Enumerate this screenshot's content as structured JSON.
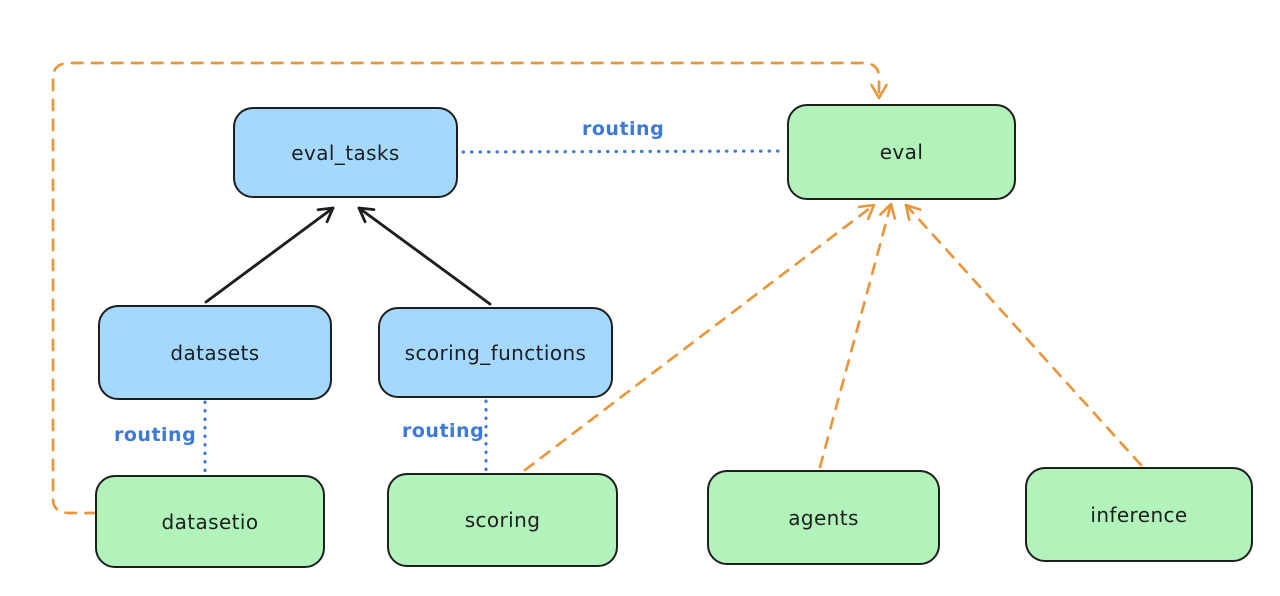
{
  "diagram": {
    "background": "#ffffff",
    "nodes": {
      "eval_tasks": {
        "label": "eval_tasks",
        "fill": "#a5d8ff"
      },
      "eval": {
        "label": "eval",
        "fill": "#b2f2bb"
      },
      "datasets": {
        "label": "datasets",
        "fill": "#a5d8ff"
      },
      "scoring_functions": {
        "label": "scoring_functions",
        "fill": "#a5d8ff"
      },
      "datasetio": {
        "label": "datasetio",
        "fill": "#b2f2bb"
      },
      "scoring": {
        "label": "scoring",
        "fill": "#b2f2bb"
      },
      "agents": {
        "label": "agents",
        "fill": "#b2f2bb"
      },
      "inference": {
        "label": "inference",
        "fill": "#b2f2bb"
      }
    },
    "edge_labels": {
      "eval_tasks_to_eval": "routing",
      "datasets_to_datasetio": "routing",
      "scoring_functions_to_scoring": "routing"
    },
    "edges": [
      {
        "from": "datasets",
        "to": "eval_tasks",
        "style": "solid-black-arrow"
      },
      {
        "from": "scoring_functions",
        "to": "eval_tasks",
        "style": "solid-black-arrow"
      },
      {
        "from": "eval_tasks",
        "to": "eval",
        "style": "blue-dotted",
        "label": "routing"
      },
      {
        "from": "datasets",
        "to": "datasetio",
        "style": "blue-dotted",
        "label": "routing"
      },
      {
        "from": "scoring_functions",
        "to": "scoring",
        "style": "blue-dotted",
        "label": "routing"
      },
      {
        "from": "datasetio",
        "to": "eval",
        "style": "orange-dashed-arrow"
      },
      {
        "from": "scoring",
        "to": "eval",
        "style": "orange-dashed-arrow"
      },
      {
        "from": "agents",
        "to": "eval",
        "style": "orange-dashed-arrow"
      },
      {
        "from": "inference",
        "to": "eval",
        "style": "orange-dashed-arrow"
      }
    ],
    "colors": {
      "node_stroke": "#1e1e1e",
      "node_text": "#1e1e1e",
      "blue_node_fill": "#a5d8ff",
      "green_node_fill": "#b2f2bb",
      "routing_line": "#3d7ad6",
      "orange_dashed_line": "#e8973c",
      "black_arrow": "#1e1e1e"
    }
  }
}
